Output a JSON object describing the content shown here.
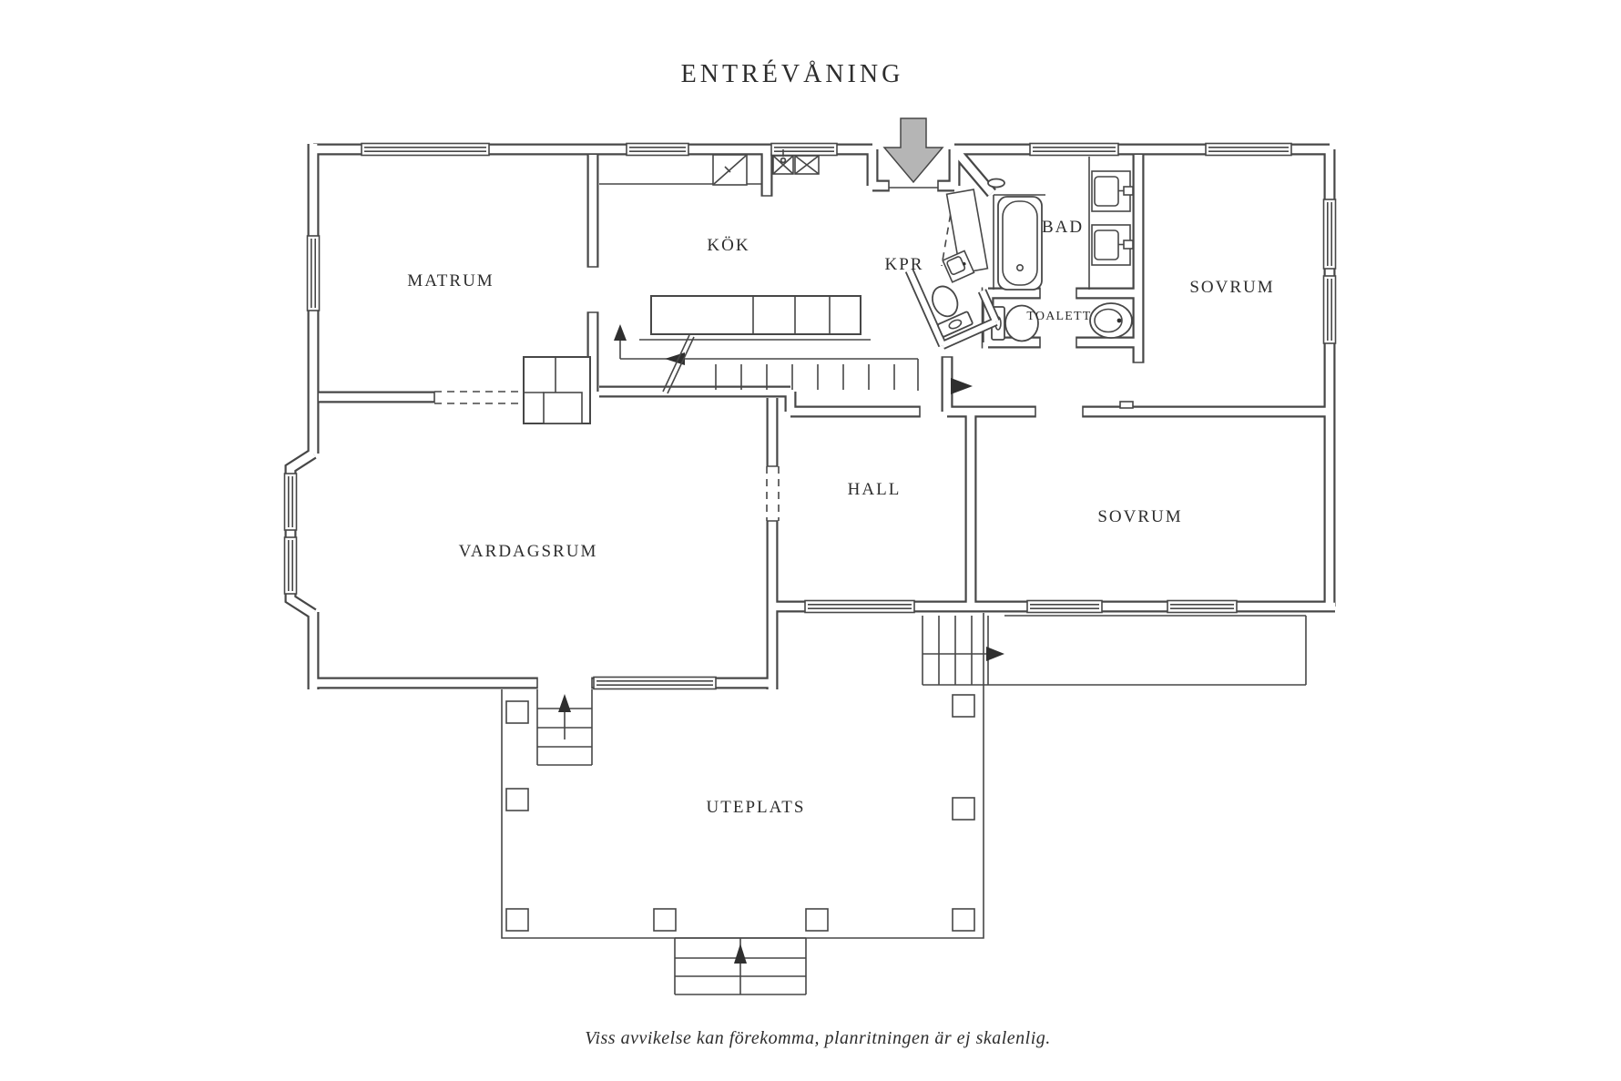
{
  "title": "ENTRÉVÅNING",
  "footer": {
    "note": "Viss avvikelse kan förekomma, planritningen är ej skalenlig."
  },
  "rooms": [
    {
      "id": "matrum",
      "label": "MATRUM"
    },
    {
      "id": "kok",
      "label": "KÖK"
    },
    {
      "id": "kpr",
      "label": "KPR"
    },
    {
      "id": "bad",
      "label": "BAD"
    },
    {
      "id": "sovrum-1",
      "label": "SOVRUM"
    },
    {
      "id": "toalett",
      "label": "TOALETT"
    },
    {
      "id": "hall",
      "label": "HALL"
    },
    {
      "id": "sovrum-2",
      "label": "SOVRUM"
    },
    {
      "id": "vardagsrum",
      "label": "VARDAGSRUM"
    },
    {
      "id": "uteplats",
      "label": "UTEPLATS"
    }
  ],
  "icons": {
    "entry_arrow": "block-arrow-down",
    "bathtub": "bathtub",
    "toilet": "toilet",
    "sink": "sink-basin",
    "stove": "stove-x-box",
    "dishwasher": "dishwasher-diagonal",
    "stair_arrow": "direction-arrow",
    "window": "double-line-window"
  },
  "colors": {
    "wall_line": "#474747",
    "text": "#2d2d2d",
    "entry_arrow_fill": "#b5b5b5",
    "background": "#ffffff"
  }
}
